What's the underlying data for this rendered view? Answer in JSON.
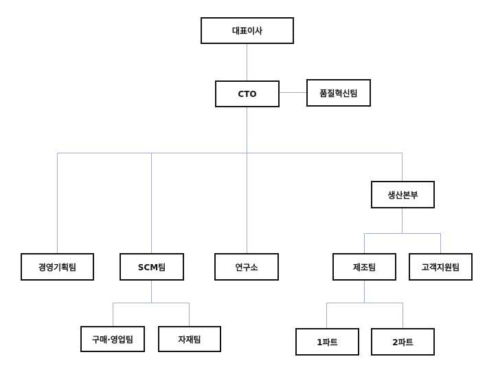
{
  "org_chart": {
    "ceo": "대표이사",
    "cto": "CTO",
    "quality": "품질혁신팀",
    "production_hq": "생산본부",
    "mgmt_planning": "경영기획팀",
    "scm": "SCM팀",
    "research": "연구소",
    "manufacturing": "제조팀",
    "customer_support": "고객지원팀",
    "purchase_sales": "구매·영업팀",
    "materials": "자재팀",
    "part1": "1파트",
    "part2": "2파트"
  },
  "colors": {
    "connector": "#9aaec9",
    "border": "#111111",
    "text": "#111111"
  }
}
